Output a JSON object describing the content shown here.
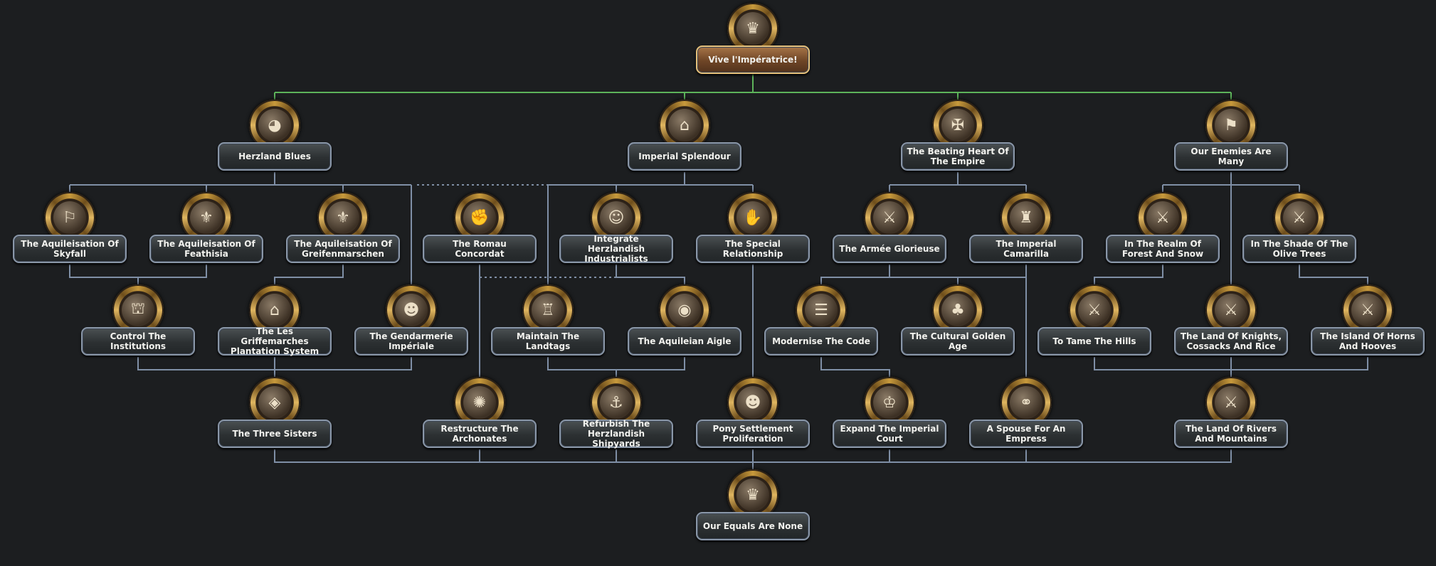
{
  "tree_name": "",
  "colors": {
    "background": "#1c1e20",
    "connector": "#7f8fa6",
    "available_connector": "#5db35a",
    "plate_border": "#8a97a8",
    "root_plate": "#8a5a34"
  },
  "focuses": {
    "root": {
      "label": "Vive l'Impératrice!",
      "icon": "empress-portrait-icon"
    },
    "herzland_blues": {
      "label": "Herzland Blues",
      "icon": "pie-chart-icon"
    },
    "imperial_splendour": {
      "label": "Imperial Splendour",
      "icon": "palace-icon"
    },
    "beating_heart": {
      "label": "The Beating Heart Of The Empire",
      "icon": "eagle-crest-icon"
    },
    "enemies_many": {
      "label": "Our Enemies Are Many",
      "icon": "war-map-icon"
    },
    "aquil_skyfall": {
      "label": "The Aquileisation Of Skyfall",
      "icon": "flag-icon"
    },
    "aquil_feathisia": {
      "label": "The Aquileisation Of Feathisia",
      "icon": "fleur-de-lis-icon"
    },
    "aquil_greifen": {
      "label": "The Aquileisation Of Greifenmarschen",
      "icon": "fleur-de-lis-icon"
    },
    "romau_concordat": {
      "label": "The Romau Concordat",
      "icon": "fist-icon"
    },
    "integrate_industrialists": {
      "label": "Integrate Herzlandish Industrialists",
      "icon": "industrialist-icon"
    },
    "special_relationship": {
      "label": "The Special Relationship",
      "icon": "handshake-icon"
    },
    "armee_glorieuse": {
      "label": "The Armée Glorieuse",
      "icon": "rifles-icon"
    },
    "imperial_camarilla": {
      "label": "The Imperial Camarilla",
      "icon": "toast-icon"
    },
    "realm_forest": {
      "label": "In The Realm Of Forest And Snow",
      "icon": "shield-swords-icon"
    },
    "shade_olive": {
      "label": "In The Shade Of The Olive Trees",
      "icon": "olive-swords-icon"
    },
    "control_institutions": {
      "label": "Control The Institutions",
      "icon": "institution-icon"
    },
    "griffemarches": {
      "label": "The Les Griffemarches Plantation System",
      "icon": "manor-icon"
    },
    "gendarmerie": {
      "label": "The Gendarmerie Impériale",
      "icon": "gendarme-icon"
    },
    "maintain_landtags": {
      "label": "Maintain The Landtags",
      "icon": "assembly-icon"
    },
    "aquileian_aigle": {
      "label": "The Aquileian Aigle",
      "icon": "coin-icon"
    },
    "modernise_code": {
      "label": "Modernise The Code",
      "icon": "document-icon"
    },
    "cultural_golden_age": {
      "label": "The Cultural Golden Age",
      "icon": "wine-icon"
    },
    "tame_hills": {
      "label": "To Tame The Hills",
      "icon": "hills-swords-icon"
    },
    "knights_cossacks": {
      "label": "The Land Of Knights, Cossacks And Rice",
      "icon": "fields-swords-icon"
    },
    "horns_hooves": {
      "label": "The Island Of Horns And Hooves",
      "icon": "mountain-swords-icon"
    },
    "three_sisters": {
      "label": "The Three Sisters",
      "icon": "map-icon"
    },
    "restructure_archonates": {
      "label": "Restructure The Archonates",
      "icon": "phoenix-icon"
    },
    "refurbish_shipyards": {
      "label": "Refurbish The Herzlandish Shipyards",
      "icon": "shipyard-icon"
    },
    "pony_settlement": {
      "label": "Pony Settlement Proliferation",
      "icon": "soldier-icon"
    },
    "expand_court": {
      "label": "Expand The Imperial Court",
      "icon": "crown-icon"
    },
    "spouse_empress": {
      "label": "A Spouse For An Empress",
      "icon": "rings-icon"
    },
    "rivers_mountains": {
      "label": "The Land Of Rivers And Mountains",
      "icon": "valley-swords-icon"
    },
    "equals_none": {
      "label": "Our Equals Are None",
      "icon": "crown-jewel-icon"
    }
  }
}
